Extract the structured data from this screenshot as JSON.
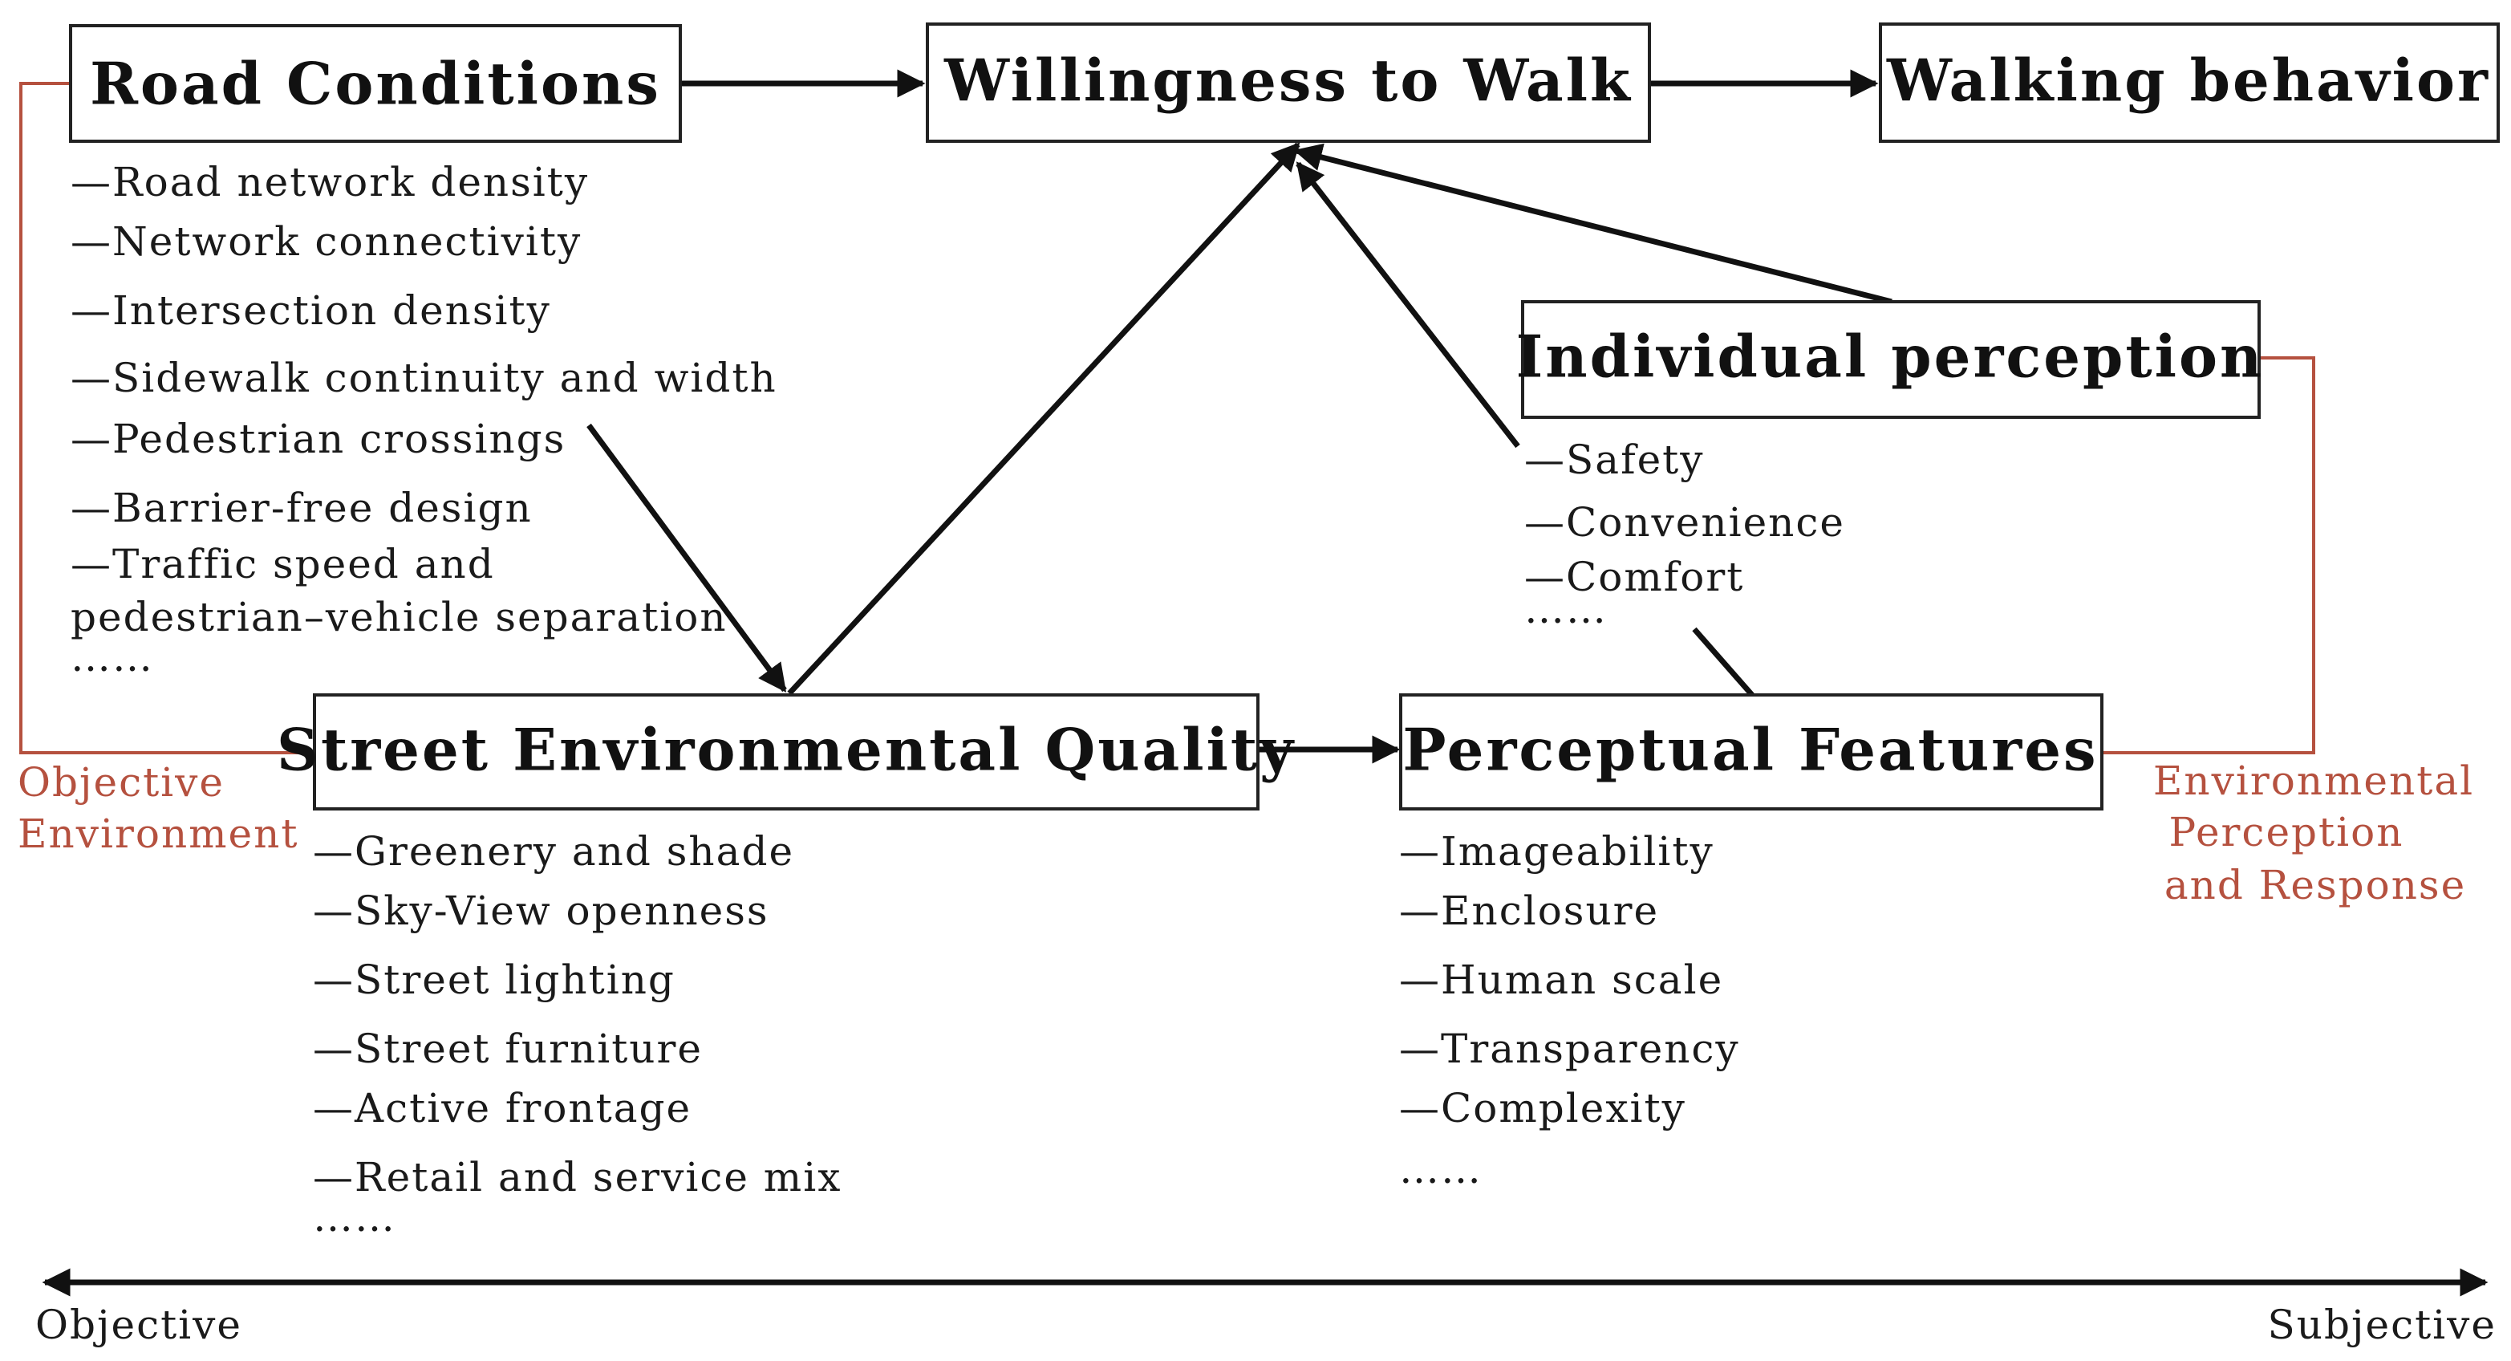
{
  "boxes": {
    "road_conditions": "Road Conditions",
    "willingness": "Willingness to Walk",
    "walking_behavior": "Walking behavior",
    "individual_perception": "Individual perception",
    "street_quality": "Street Environmental Quality",
    "perceptual_features": "Perceptual Features"
  },
  "road_items": [
    "—Road network density",
    "—Network connectivity",
    "—Intersection density",
    "—Sidewalk continuity and width",
    "—Pedestrian crossings",
    "—Barrier-free design",
    "—Traffic speed and",
    "pedestrian–vehicle separation",
    "……"
  ],
  "perception_items": [
    "—Safety",
    "—Convenience",
    "—Comfort",
    "……"
  ],
  "street_items": [
    "—Greenery and shade",
    "—Sky-View openness",
    "—Street lighting",
    "—Street furniture",
    "—Active frontage",
    "—Retail and service mix",
    "……"
  ],
  "feature_items": [
    "—Imageability",
    "—Enclosure",
    "—Human scale",
    "—Transparency",
    "—Complexity",
    "……"
  ],
  "groups": {
    "objective_environment": [
      "Objective",
      "Environment"
    ],
    "environmental_perception": [
      "Environmental",
      "Perception",
      "and Response"
    ]
  },
  "axis": {
    "left": "Objective",
    "right": "Subjective"
  },
  "colors": {
    "accent": "#b5513f",
    "line": "#111111"
  }
}
